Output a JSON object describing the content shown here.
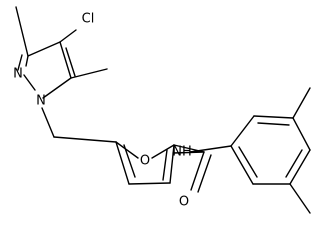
{
  "molecule": {
    "atoms": {
      "chlorine": "Cl",
      "pyrazole_nitrogen_2": "N",
      "pyrazole_nitrogen_1": "N",
      "furan_oxygen": "O",
      "amide_nitrogen": "NH",
      "carbonyl_oxygen": "O"
    }
  }
}
